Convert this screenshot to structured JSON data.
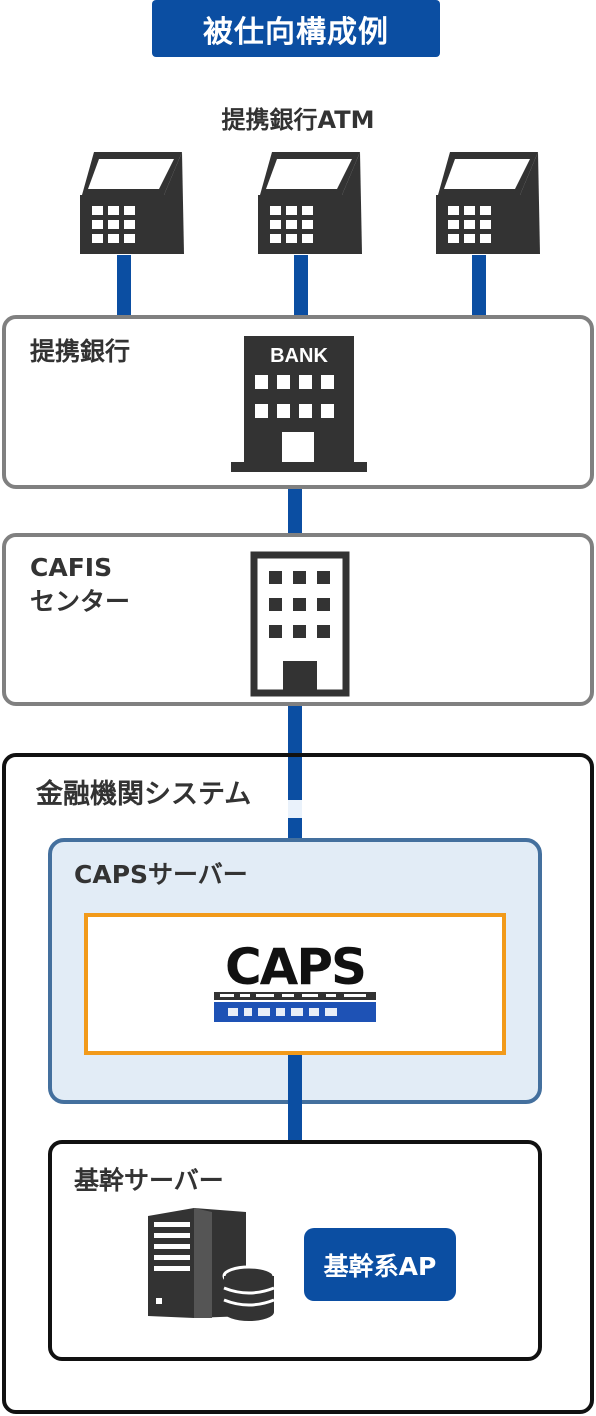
{
  "title": "被仕向構成例",
  "atm": {
    "caption": "提携銀行ATM",
    "count": 3
  },
  "partner_bank": {
    "label": "提携銀行",
    "sign": "BANK"
  },
  "cafis": {
    "label_line1": "CAFIS",
    "label_line2": "センター"
  },
  "financial_system": {
    "label": "金融機関システム",
    "caps_server": {
      "label": "CAPSサーバー",
      "logo_text": "CAPS"
    },
    "core_server": {
      "label": "基幹サーバー",
      "ap_label": "基幹系AP"
    }
  },
  "colors": {
    "accent_blue": "#0b4ea2",
    "caps_border": "#f29a1a",
    "caps_bg": "#e2ecf6"
  }
}
